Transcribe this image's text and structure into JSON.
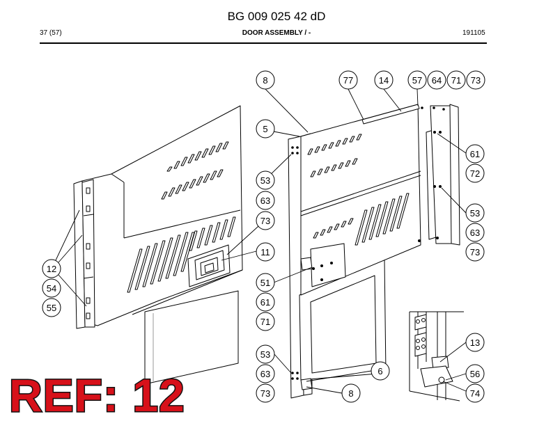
{
  "header": {
    "doc_number": "BG 009 025 42 dD",
    "page": "37 (57)",
    "title": "DOOR ASSEMBLY / -",
    "date": "191105"
  },
  "callouts": {
    "c8a": "8",
    "c77": "77",
    "c14": "14",
    "c57": "57",
    "c64": "64",
    "c71a": "71",
    "c73a": "73",
    "c5": "5",
    "c61a": "61",
    "c72": "72",
    "c53a": "53",
    "c63a": "63",
    "c73b": "73",
    "c53b": "53",
    "c63b": "63",
    "c73c": "73",
    "c11": "11",
    "c51": "51",
    "c61b": "61",
    "c71b": "71",
    "c12": "12",
    "c54": "54",
    "c55": "55",
    "c13": "13",
    "c56": "56",
    "c74": "74",
    "c6": "6",
    "c53c": "53",
    "c63c": "63",
    "c73d": "73",
    "c8b": "8"
  },
  "ref_label": "REF: 12"
}
